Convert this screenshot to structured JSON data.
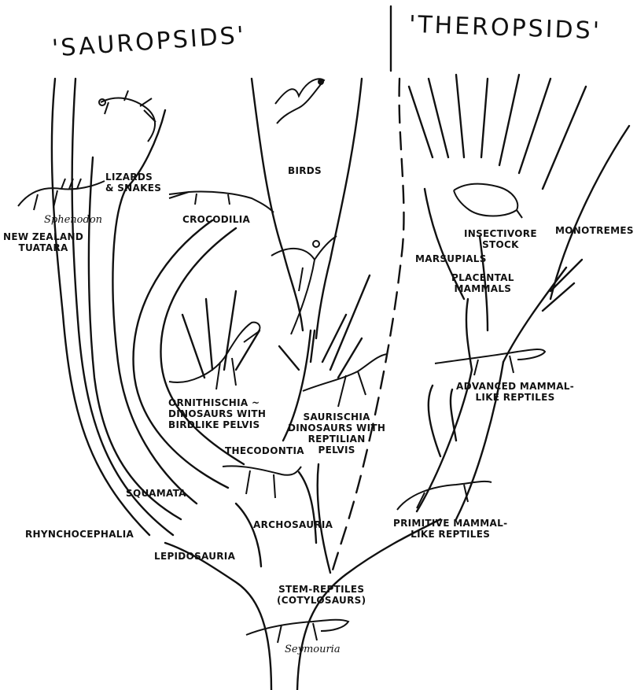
{
  "headers": {
    "sauropsids": "'SAUROPSIDS'",
    "theropsids": "'THEROPSIDS'"
  },
  "labels": {
    "birds": "BIRDS",
    "lizards_snakes": "LIZARDS\n& SNAKES",
    "crocodilia": "CROCODILIA",
    "sphenodon": "Sphenodon",
    "tuatara": "NEW ZEALAND\nTUATARA",
    "ornithischia": "ORNITHISCHIA ~\nDINOSAURS WITH\nBIRDLIKE PELVIS",
    "saurischia": "SAURISCHIA\nDINOSAURS WITH\nREPTILIAN\nPELVIS",
    "thecodontia": "THECODONTIA",
    "squamata": "SQUAMATA",
    "rhynchocephalia": "RHYNCHOCEPHALIA",
    "lepidosauria": "LEPIDOSAURIA",
    "archosauria": "ARCHOSAURIA",
    "stem_reptiles": "STEM-REPTILES\n(COTYLOSAURS)",
    "seymouria": "Seymouria",
    "monotremes": "MONOTREMES",
    "insectivore": "INSECTIVORE\nSTOCK",
    "marsupials": "MARSUPIALS",
    "placental": "PLACENTAL\nMAMMALS",
    "advanced": "ADVANCED MAMMAL-\nLIKE REPTILES",
    "primitive": "PRIMITIVE MAMMAL-\nLIKE REPTILES"
  },
  "icons": [
    "bird-icon",
    "lizard-icon",
    "tuatara-icon",
    "crocodile-icon",
    "archaeopteryx-icon",
    "ornithischian-dinosaur-icon",
    "saurischian-dinosaur-icon",
    "thecodont-icon",
    "shrew-icon",
    "advanced-mammal-like-reptile-icon",
    "primitive-mammal-like-reptile-icon",
    "seymouria-icon"
  ],
  "colors": {
    "ink": "#111111",
    "paper": "#ffffff"
  }
}
